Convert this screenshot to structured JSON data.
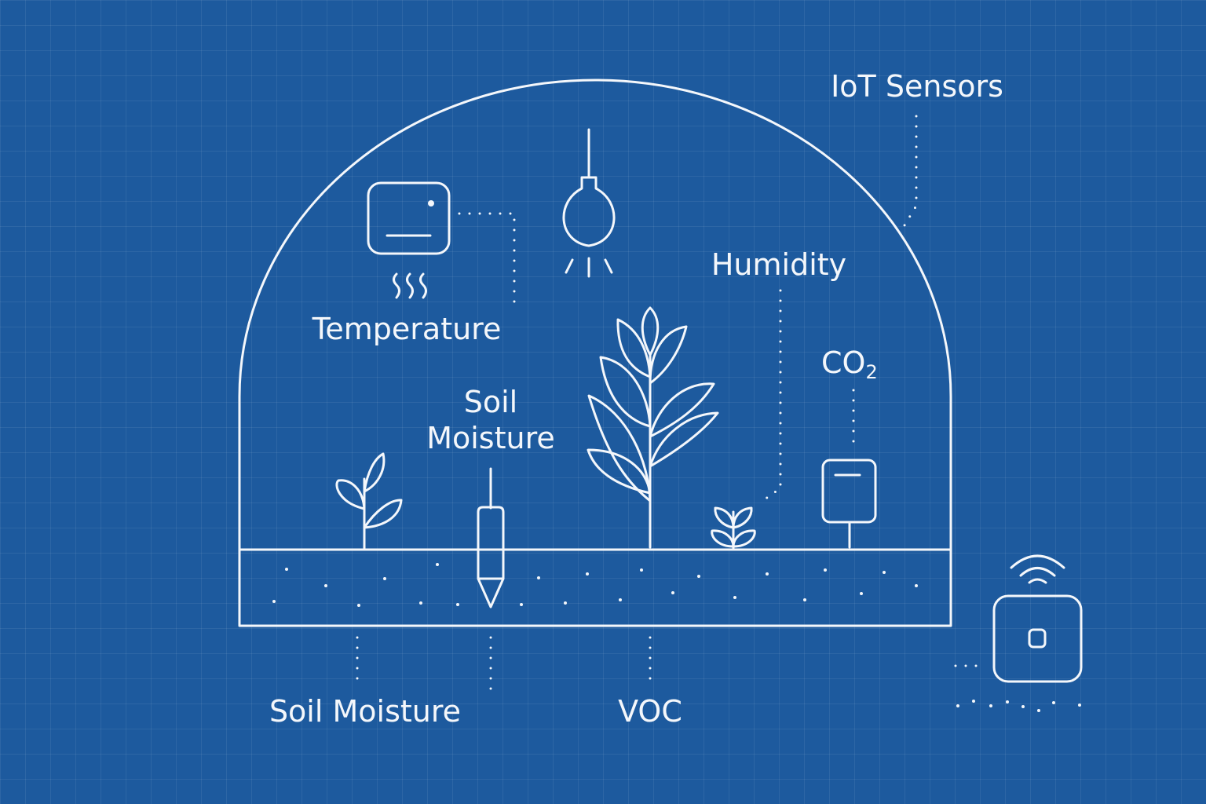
{
  "labels": {
    "iot_sensors": "IoT Sensors",
    "temperature": "Temperature",
    "humidity": "Humidity",
    "co2_base": "CO",
    "co2_sub": "2",
    "soil_moisture_inner_line1": "Soil",
    "soil_moisture_inner_line2": "Moisture",
    "soil_moisture_bottom": "Soil Moisture",
    "voc": "VOC"
  },
  "icons": [
    "thermostat-icon",
    "heat-waves-icon",
    "light-bulb-icon",
    "plant-icon",
    "seedling-icon",
    "soil-probe-icon",
    "co2-sensor-icon",
    "iot-hub-icon",
    "wifi-icon"
  ],
  "colors": {
    "background": "#1d5a9e",
    "line": "#f4f7fb"
  }
}
